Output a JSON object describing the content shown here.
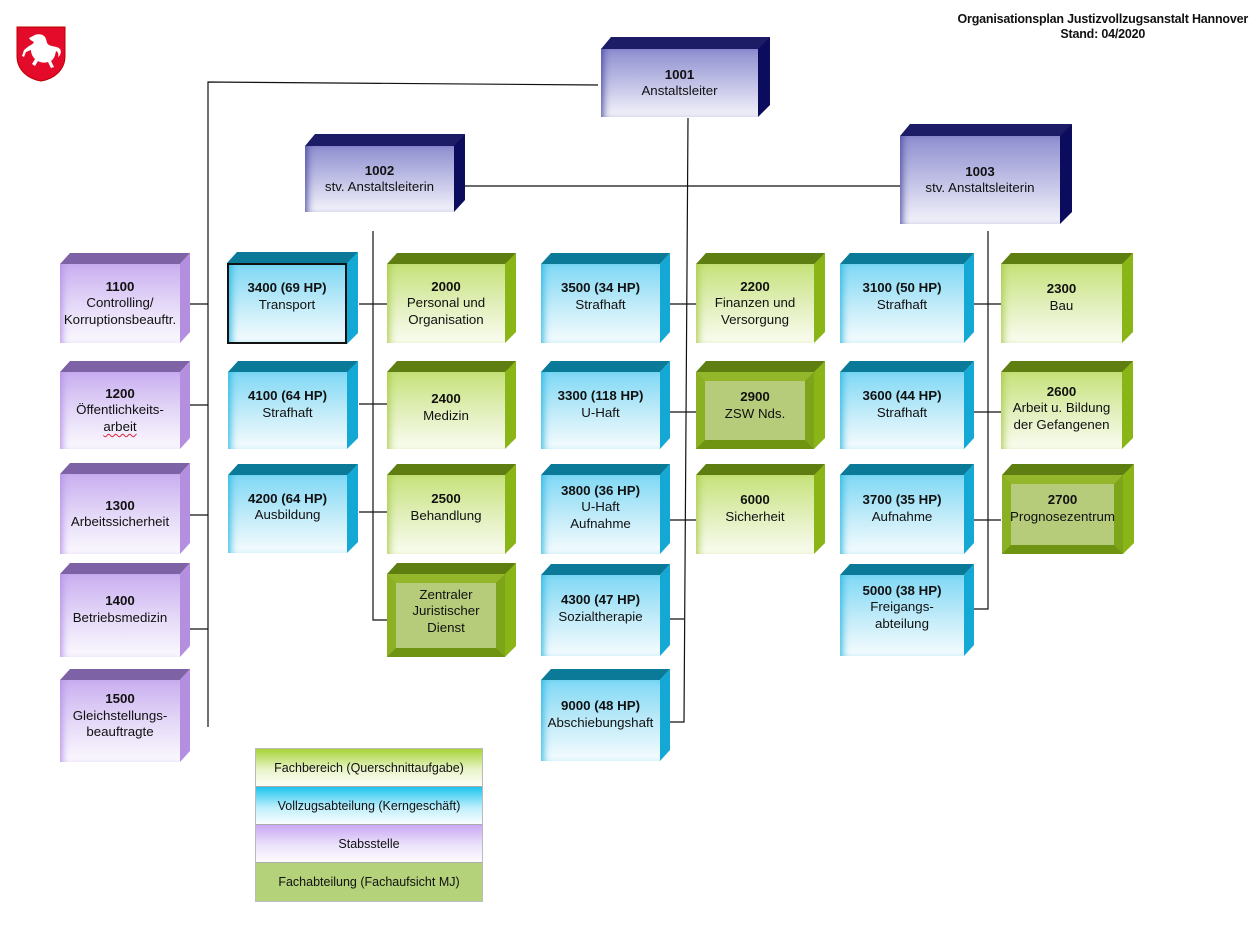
{
  "header": {
    "title_line1": "Organisationsplan Justizvollzugsanstalt Hannover",
    "title_line2": "Stand: 04/2020"
  },
  "logo": {
    "name": "niedersachsen-coat-of-arms",
    "field_color": "#e30a2a",
    "horse_color": "#ffffff"
  },
  "colors": {
    "leadership": "#1c1c66",
    "stabsstelle": "#b48fe0",
    "vollzugsabteilung": "#14a8d4",
    "fachbereich": "#8ab516",
    "fachabteilung": "#b6cc7a"
  },
  "leadership": [
    {
      "code": "1001",
      "label": "Anstaltsleiter"
    },
    {
      "code": "1002",
      "label": "stv. Anstaltsleiterin"
    },
    {
      "code": "1003",
      "label": "stv. Anstaltsleiterin"
    }
  ],
  "stabsstellen": [
    {
      "code": "1100",
      "label_lines": [
        "Controlling/",
        "Korruptionsbeauftr."
      ]
    },
    {
      "code": "1200",
      "label_lines": [
        "Öffentlichkeits-",
        "arbeit"
      ]
    },
    {
      "code": "1300",
      "label_lines": [
        "Arbeitssicherheit"
      ]
    },
    {
      "code": "1400",
      "label_lines": [
        "Betriebsmedizin"
      ]
    },
    {
      "code": "1500",
      "label_lines": [
        "Gleichstellungs-",
        "beauftragte"
      ]
    }
  ],
  "column_1002": {
    "vollzug": [
      {
        "code": "3400 (69 HP)",
        "label": "Transport",
        "selected": true
      },
      {
        "code": "4100 (64 HP)",
        "label": "Strafhaft"
      },
      {
        "code": "4200 (64 HP)",
        "label": "Ausbildung"
      }
    ],
    "fach": [
      {
        "code": "2000",
        "label_lines": [
          "Personal und",
          "Organisation"
        ]
      },
      {
        "code": "2400",
        "label_lines": [
          "Medizin"
        ]
      },
      {
        "code": "2500",
        "label_lines": [
          "Behandlung"
        ]
      },
      {
        "code": "",
        "label_lines": [
          "Zentraler",
          "Juristischer Dienst"
        ],
        "type": "fachabteilung"
      }
    ]
  },
  "column_1001": {
    "vollzug": [
      {
        "code": "3500 (34 HP)",
        "label_lines": [
          "Strafhaft"
        ]
      },
      {
        "code": "3300 (118 HP)",
        "label_lines": [
          "U-Haft"
        ]
      },
      {
        "code": "3800 (36 HP)",
        "label_lines": [
          "U-Haft",
          "Aufnahme"
        ]
      },
      {
        "code": "4300 (47 HP)",
        "label_lines": [
          "Sozialtherapie"
        ]
      },
      {
        "code": "9000 (48 HP)",
        "label_lines": [
          "Abschiebungshaft"
        ]
      }
    ],
    "fach": [
      {
        "code": "2200",
        "label_lines": [
          "Finanzen und",
          "Versorgung"
        ]
      },
      {
        "code": "2900",
        "label_lines": [
          "ZSW Nds."
        ],
        "type": "fachabteilung"
      },
      {
        "code": "6000",
        "label_lines": [
          "Sicherheit"
        ]
      }
    ]
  },
  "column_1003": {
    "vollzug": [
      {
        "code": "3100 (50 HP)",
        "label_lines": [
          "Strafhaft"
        ]
      },
      {
        "code": "3600 (44 HP)",
        "label_lines": [
          "Strafhaft"
        ]
      },
      {
        "code": "3700 (35 HP)",
        "label_lines": [
          "Aufnahme"
        ]
      },
      {
        "code": "5000 (38 HP)",
        "label_lines": [
          "Freigangs-",
          "abteilung"
        ]
      }
    ],
    "fach": [
      {
        "code": "2300",
        "label_lines": [
          "Bau"
        ]
      },
      {
        "code": "2600",
        "label_lines": [
          "Arbeit u. Bildung",
          "der Gefangenen"
        ]
      },
      {
        "code": "2700",
        "label_lines": [
          "Prognosezentrum"
        ],
        "type": "fachabteilung"
      }
    ]
  },
  "legend": [
    {
      "label": "Fachbereich (Querschnittaufgabe)",
      "type": "fachbereich"
    },
    {
      "label": "Vollzugsabteilung (Kerngeschäft)",
      "type": "vollzugsabteilung"
    },
    {
      "label": "Stabsstelle",
      "type": "stabsstelle"
    },
    {
      "label": "Fachabteilung (Fachaufsicht MJ)",
      "type": "fachabteilung"
    }
  ]
}
